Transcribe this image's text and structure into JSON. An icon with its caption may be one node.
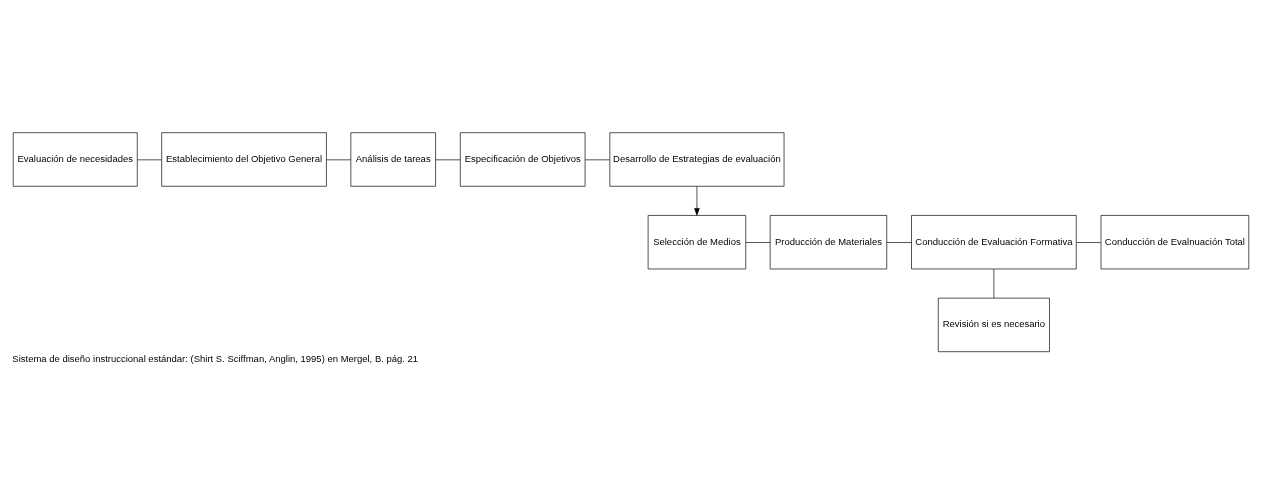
{
  "diagram": {
    "caption": "Sistema de diseño instruccional estándar: (Shirt S. Sciffman, Anglin, 1995) en Mergel, B. pág. 21",
    "nodes": [
      {
        "text": [
          "Evaluación de necesidades"
        ]
      },
      {
        "text": [
          "Establecimiento del Objetivo General"
        ]
      },
      {
        "text": [
          "Análisis de tareas"
        ]
      },
      {
        "text": [
          "Especificación de Objetivos"
        ]
      },
      {
        "text": [
          "Desarrollo de Estrategias de evaluación"
        ]
      },
      {
        "text": [
          "Selección de Medios"
        ]
      },
      {
        "text": [
          "Producción de Materiales"
        ]
      },
      {
        "text": [
          "Conducción de Evaluación Formativa"
        ]
      },
      {
        "text": [
          "Conducción de Evalnuación Total"
        ]
      },
      {
        "text": [
          "Revisión si es necesario"
        ]
      }
    ],
    "edges": [
      {
        "from": 0,
        "to": 1,
        "arrow": "none"
      },
      {
        "from": 1,
        "to": 2,
        "arrow": "none"
      },
      {
        "from": 2,
        "to": 3,
        "arrow": "none"
      },
      {
        "from": 3,
        "to": 4,
        "arrow": "none"
      },
      {
        "from": 4,
        "to": 5,
        "arrow": "to"
      },
      {
        "from": 5,
        "to": 6,
        "arrow": "none"
      },
      {
        "from": 6,
        "to": 7,
        "arrow": "none"
      },
      {
        "from": 7,
        "to": 8,
        "arrow": "none"
      },
      {
        "from": 7,
        "to": 9,
        "arrow": "none"
      }
    ]
  }
}
